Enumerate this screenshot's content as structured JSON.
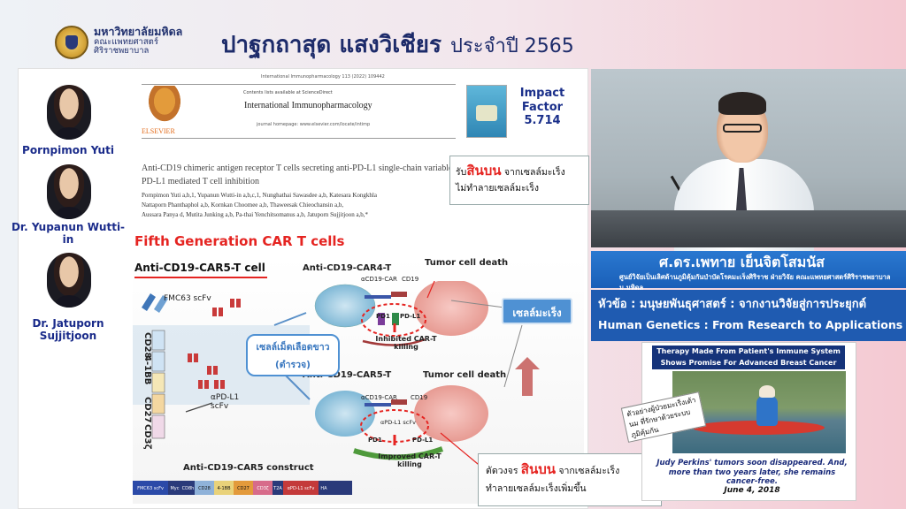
{
  "header": {
    "university_line1": "มหาวิทยาลัยมหิดล",
    "university_line2": "คณะแพทยศาสตร์",
    "university_line3": "ศิริราชพยาบาล",
    "title_main": "ปาฐกถาสุด แสงวิเชียร",
    "title_year": "ประจำปี 2565"
  },
  "slide": {
    "authors": [
      {
        "name": "Pornpimon Yuti"
      },
      {
        "name": "Dr. Yupanun Wutti-in"
      },
      {
        "name": "Dr. Jatuporn Sujjitjoon"
      }
    ],
    "paper": {
      "url_line": "International Immunopharmacology 113 (2022) 109442",
      "contents": "Contents lists available at ScienceDirect",
      "journal": "International Immunopharmacology",
      "publisher": "ELSEVIER",
      "homepage": "journal homepage: www.elsevier.com/locate/intimp",
      "title": "Anti-CD19 chimeric antigen receptor T cells secreting anti-PD-L1 single-chain variable fragment attenuate PD-L1 mediated T cell inhibition",
      "authors_line1": "Pornpimon Yuti a,b,1, Yupanun Wutti-in a,b,c,1, Nunghathai Sawasdee a,b, Katesara Kongkhla",
      "authors_line2": "Nattaporn Phanthaphol a,b, Kornkan Choomee a,b, Thaweesak Chieochansin a,b,",
      "authors_line3": "Aussara Panya d, Mutita Junking a,b, Pa-thai Yenchitsomanus a,b, Jatuporn Sujjitjoon a,b,*"
    },
    "impact_label": "Impact Factor",
    "impact_value": "5.714",
    "diagram": {
      "heading": "Fifth Generation CAR T cells",
      "cell_label": "Anti-CD19-CAR5-T cell",
      "fmc63": "FMC63 scFv",
      "cd28": "CD28",
      "b41": "4-1BB",
      "cd27": "CD27",
      "cd3z": "CD3ζ",
      "apdl1": "αPD-L1 scFv",
      "construct_label": "Anti-CD19-CAR5 construct",
      "construct_segments": [
        "FMC63 scFv",
        "Myc",
        "CD8h",
        "CD28",
        "4-1BB",
        "CD27",
        "CD3ζ",
        "T2A",
        "αPD-L1 scFv",
        "HA"
      ],
      "car4_label": "Anti-CD19-CAR4-T",
      "car5_label": "Anti-CD19-CAR5-T",
      "acd19car_top": "αCD19-CAR",
      "cd19_top": "CD19",
      "pd1_top": "PD1",
      "pdl1_top": "PD-L1",
      "inhibited": "Inhibited CAR-T killing",
      "tumor_death_top": "Tumor cell death",
      "acd19car_bot": "αCD19-CAR",
      "cd19_bot": "CD19",
      "apdl1_bot": "αPD-L1 scFv",
      "pd1_bot": "PD1",
      "pdl1_bot": "PD-L1",
      "improved": "Improved CAR-T killing",
      "tumor_death_bot": "Tumor cell death"
    },
    "callout_top_pre": "รับ",
    "callout_top_red": "สินบน",
    "callout_top_post": " จากเซลล์มะเร็ง",
    "callout_top_line2": "ไม่ทำลายเซลล์มะเร็ง",
    "callout_bot_pre": "ตัดวงจร ",
    "callout_bot_red": "สินบน",
    "callout_bot_post": " จากเซลล์มะเร็ง",
    "callout_bot_line2": "ทำลายเซลล์มะเร็งเพิ่มขึ้น",
    "tumor_badge": "เซลล์มะเร็ง",
    "wbc_badge_line1": "เซลล์เม็ดเลือดขาว",
    "wbc_badge_line2": "(ตำรวจ)"
  },
  "speaker": {
    "name": "ศ.ดร.เพทาย เย็นจิตโสมนัส",
    "affiliation": "ศูนย์วิจัยเป็นเลิศด้านภูมิคุ้มกันบำบัดโรคมะเร็งศิริราช ฝ่ายวิจัย คณะแพทยศาสตร์ศิริราชพยาบาล ม.มหิดล",
    "topic_th": "หัวข้อ : มนุษยพันธุศาสตร์ : จากงานวิจัยสู่การประยุกต์",
    "topic_en": "Human Genetics : From Research to Applications"
  },
  "news": {
    "headline_line1": "Therapy Made From Patient's Immune System",
    "headline_line2": "Shows Promise For Advanced Breast Cancer",
    "note": "ตัวอย่างผู้ป่วยมะเร็งเต้านม ที่รักษาด้วยระบบภูมิคุ้มกัน",
    "caption": "Judy Perkins' tumors soon disappeared. And, more than two years later, she remains cancer-free.",
    "date": "June 4, 2018"
  },
  "colors": {
    "accent_red": "#e52421",
    "accent_blue": "#1a2f8a",
    "bar_blue": "#1f5bb1"
  }
}
